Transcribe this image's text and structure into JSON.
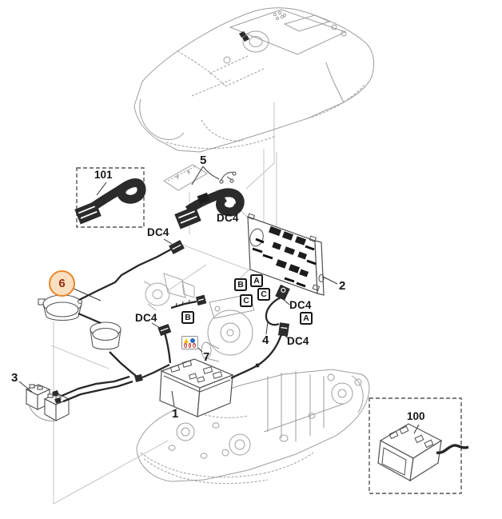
{
  "parts": {
    "p1": "1",
    "p2": "2",
    "p3": "3",
    "p4": "4",
    "p5": "5",
    "p6": "6",
    "p7": "7",
    "p100": "100",
    "p101": "101"
  },
  "connector_label": "DC4",
  "position_labels": {
    "a": "A",
    "b": "B",
    "c": "C"
  },
  "colors": {
    "callout_circle_border": "#E8872B",
    "callout_circle_fill": "#FADFC0",
    "callout_circle_text": "#9A2A12",
    "line_art": "#9e9e9e",
    "part_outline": "#4f4f4f",
    "cable_dark": "#262626",
    "warning_yellow": "#F2B800",
    "mandatory_blue": "#2A6BBF",
    "prohibition_red": "#C03022"
  }
}
